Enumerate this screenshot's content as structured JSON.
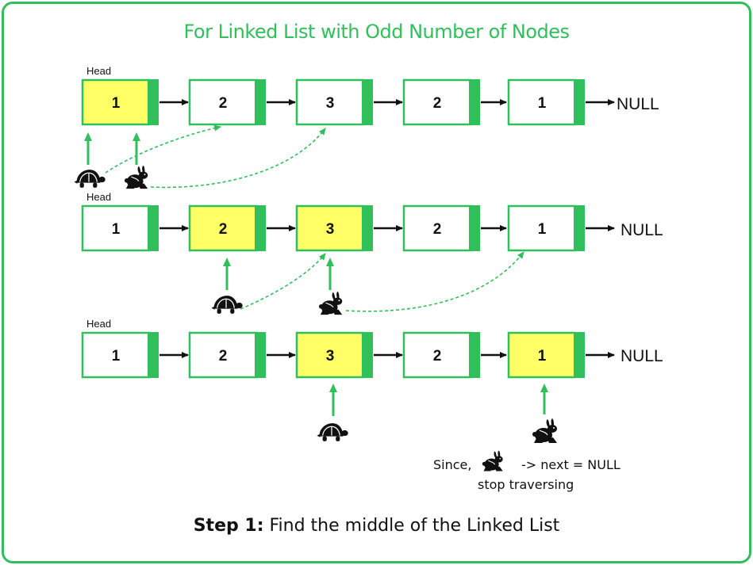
{
  "title": "For Linked List with Odd Number of Nodes",
  "colors": {
    "accent": "#2fbf5b",
    "highlight": "#ffff66",
    "node_fill": "#ffffff",
    "text": "#111111"
  },
  "head_label": "Head",
  "null_label": "NULL",
  "node_values": [
    "1",
    "2",
    "3",
    "2",
    "1"
  ],
  "rows": [
    {
      "highlighted": [
        0
      ],
      "tortoise_at": 0,
      "hare_at": 0
    },
    {
      "highlighted": [
        1,
        2
      ],
      "tortoise_at": 1,
      "hare_at": 2
    },
    {
      "highlighted": [
        2,
        4
      ],
      "tortoise_at": 2,
      "hare_at": 4
    }
  ],
  "note": {
    "since": "Since,",
    "arrow_next": "-> next  = NULL",
    "stop": "stop traversing"
  },
  "caption": {
    "bold": "Step 1:",
    "rest": " Find the middle of the Linked List"
  },
  "icons": [
    "tortoise-icon",
    "hare-icon"
  ]
}
